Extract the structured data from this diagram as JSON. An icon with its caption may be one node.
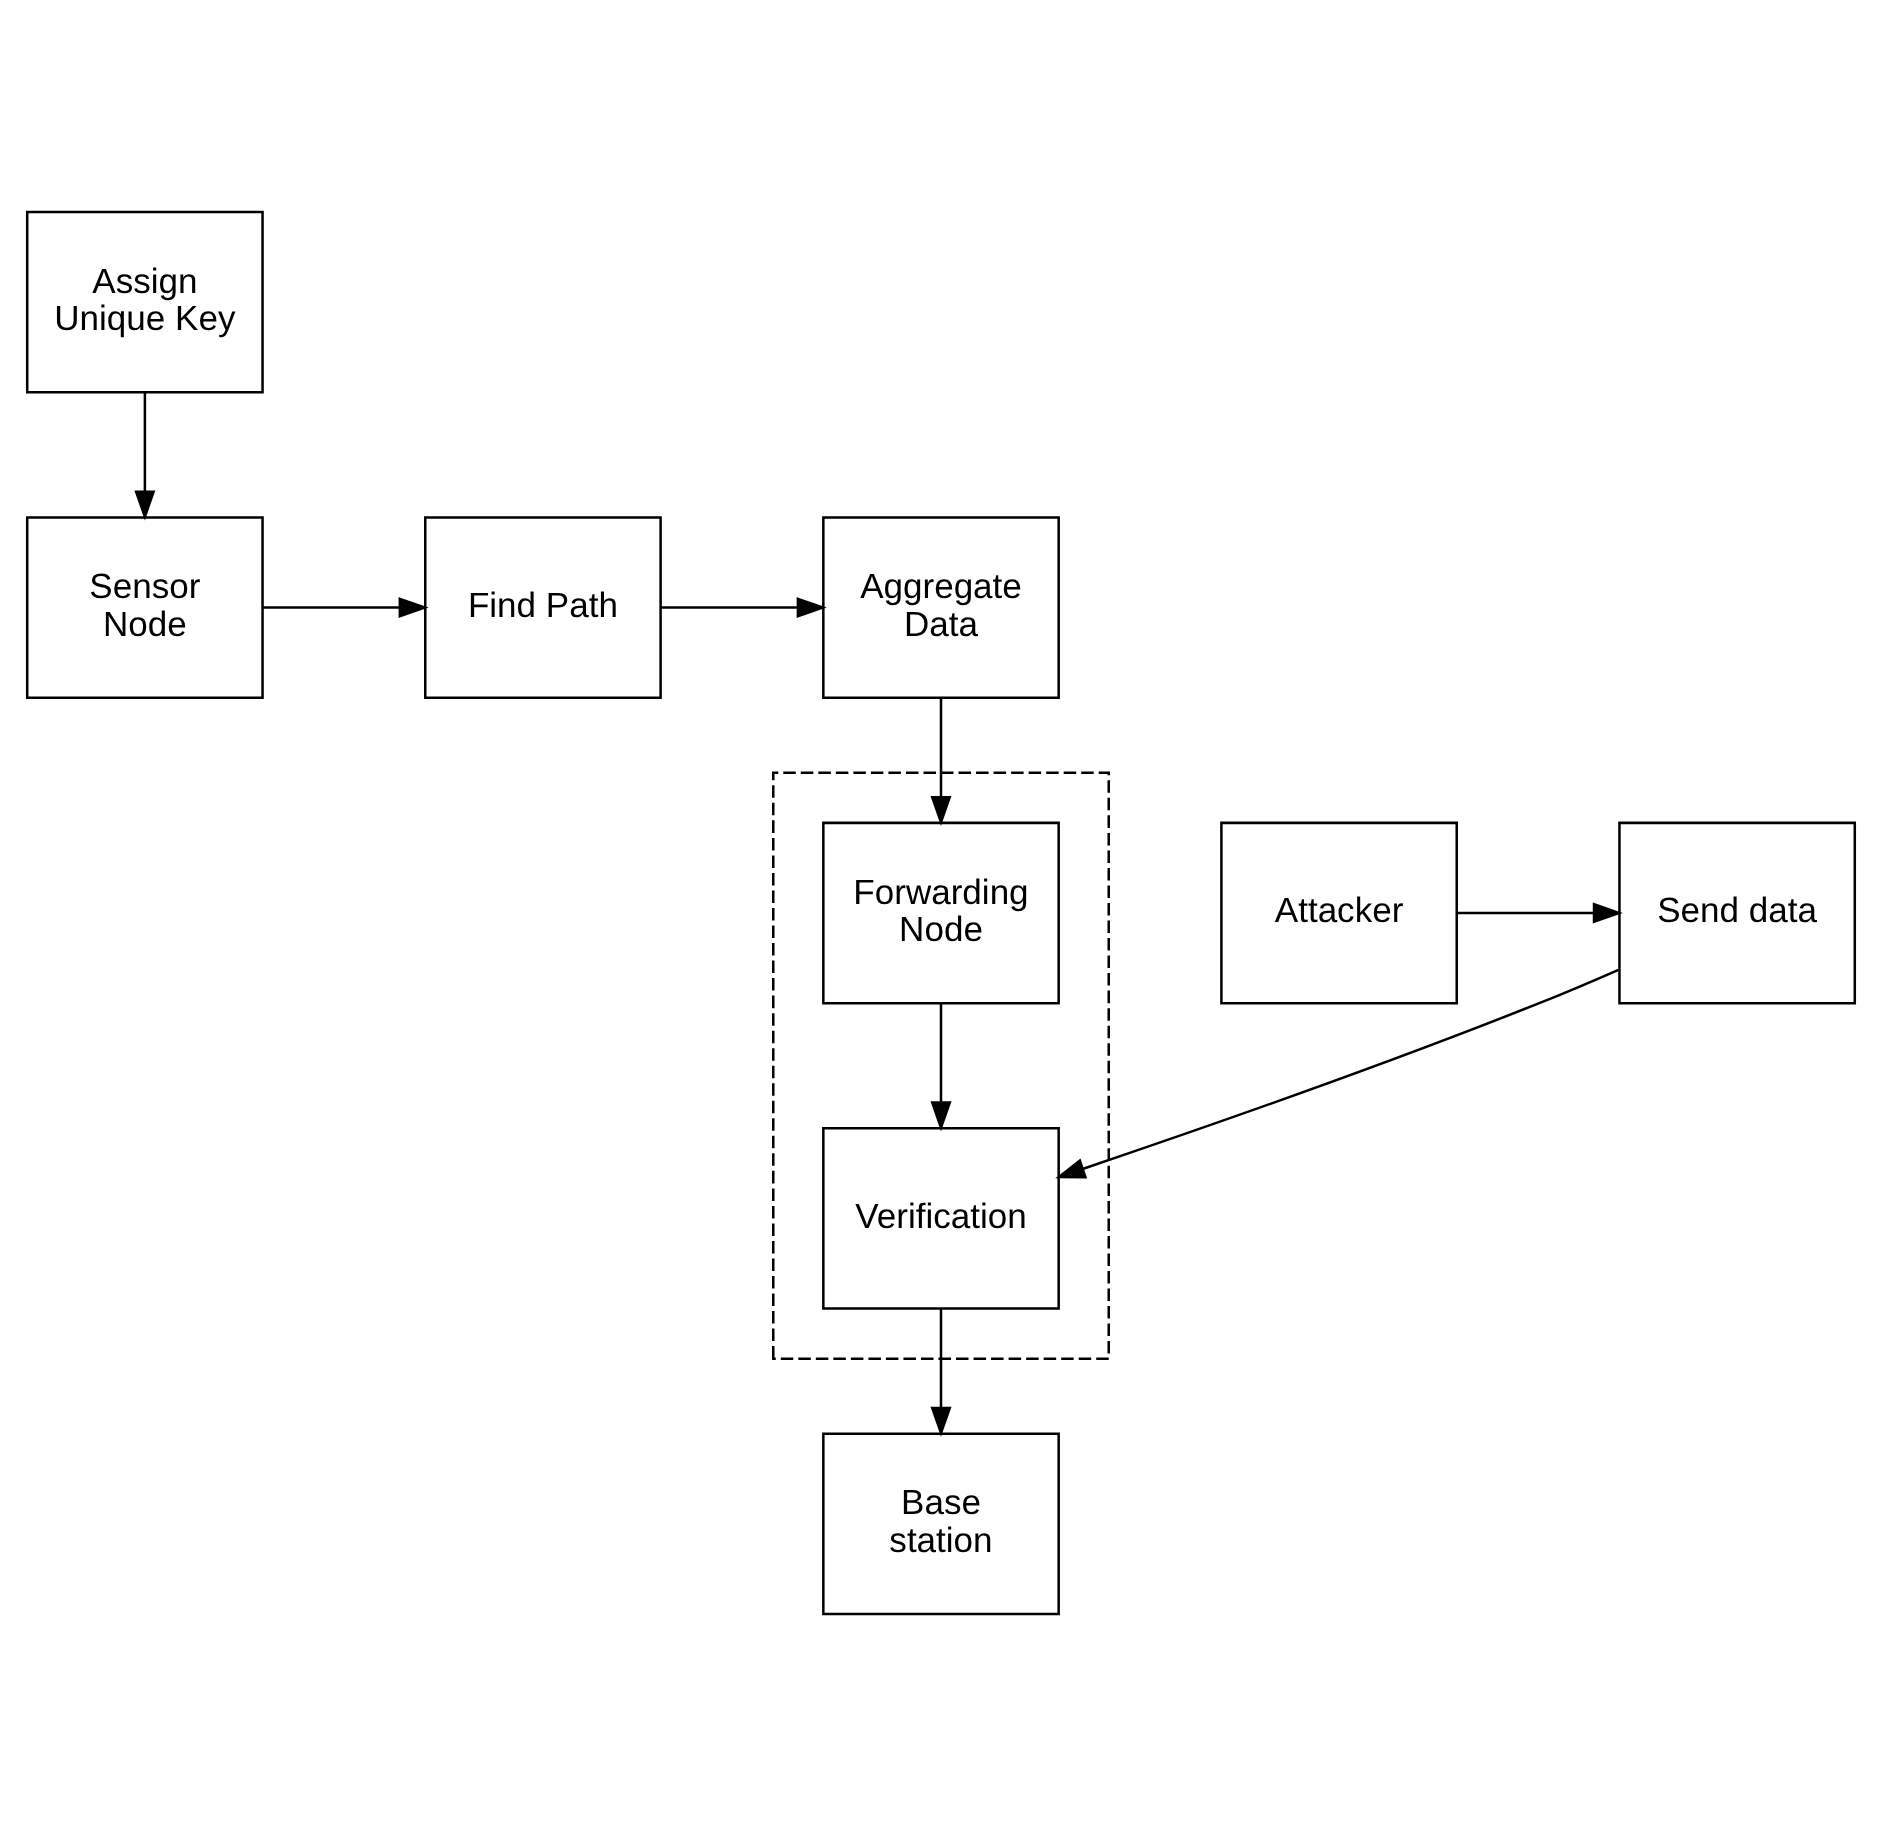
{
  "diagram": {
    "nodes": [
      {
        "text": [
          "Sensor Node"
        ]
      },
      {
        "text": [
          "Find Path"
        ]
      },
      {
        "text": [
          "Aggregate Data"
        ]
      },
      {
        "text": [],
        "shape": "box"
      },
      {
        "text": [
          "Assign Unique Key"
        ]
      },
      {
        "text": [
          "Forwarding Node"
        ],
        "in": 3
      },
      {
        "text": [
          "Attacker"
        ]
      },
      {
        "text": [
          "Send data"
        ]
      },
      {
        "text": [
          "Verification"
        ],
        "in": 3
      },
      {
        "text": [
          "Base station"
        ]
      }
    ],
    "edges": [
      {
        "from": 0,
        "to": 1,
        "arrow": "to"
      },
      {
        "from": 1,
        "to": 2,
        "arrow": "to"
      },
      {
        "from": 4,
        "to": 0,
        "arrow": "to"
      },
      {
        "from": 2,
        "to": 5,
        "arrow": "to"
      },
      {
        "from": 5,
        "to": 8,
        "arrow": "to"
      },
      {
        "from": 6,
        "to": 7,
        "arrow": "to"
      },
      {
        "from": 7,
        "to": 8,
        "arrow": "to"
      },
      {
        "from": 8,
        "to": 9,
        "arrow": "to"
      }
    ]
  }
}
